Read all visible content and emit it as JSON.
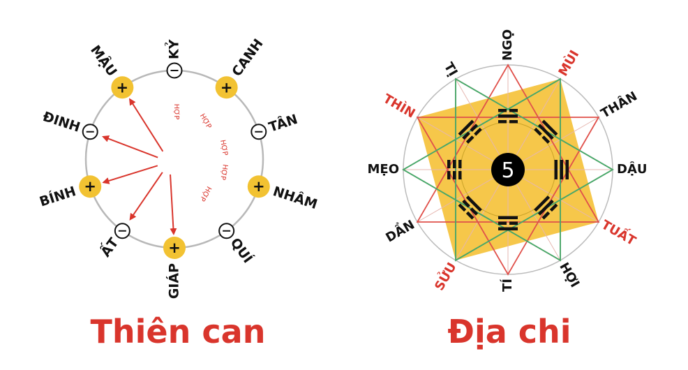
{
  "thien_can": {
    "title": "Thiên can",
    "stems": [
      {
        "label": "GIÁP",
        "sign": "+"
      },
      {
        "label": "ẤT",
        "sign": "−"
      },
      {
        "label": "BÍNH",
        "sign": "+"
      },
      {
        "label": "ĐINH",
        "sign": "−"
      },
      {
        "label": "MẬU",
        "sign": "+"
      },
      {
        "label": "KỶ",
        "sign": "−"
      },
      {
        "label": "CANH",
        "sign": "+"
      },
      {
        "label": "TÂN",
        "sign": "−"
      },
      {
        "label": "NHÂM",
        "sign": "+"
      },
      {
        "label": "QUÍ",
        "sign": "−"
      }
    ],
    "hop_label": "HỢP"
  },
  "dia_chi": {
    "title": "Địa chi",
    "center": "5",
    "branches": [
      {
        "label": "NGỌ",
        "highlight": false
      },
      {
        "label": "MÙI",
        "highlight": true
      },
      {
        "label": "THÂN",
        "highlight": false
      },
      {
        "label": "DẬU",
        "highlight": false
      },
      {
        "label": "TUẤT",
        "highlight": true
      },
      {
        "label": "HỢI",
        "highlight": false
      },
      {
        "label": "TÍ",
        "highlight": false
      },
      {
        "label": "SỬU",
        "highlight": true
      },
      {
        "label": "DẦN",
        "highlight": false
      },
      {
        "label": "MẸO",
        "highlight": false
      },
      {
        "label": "THÌN",
        "highlight": true
      },
      {
        "label": "TỊ",
        "highlight": false
      }
    ]
  },
  "colors": {
    "accent_red": "#d9352c",
    "plus_yellow": "#f2c232",
    "square_yellow": "#f5bd2a",
    "star_red": "#e0504a",
    "star_green": "#3fae6c",
    "circle_gray": "#b8b8b8"
  }
}
